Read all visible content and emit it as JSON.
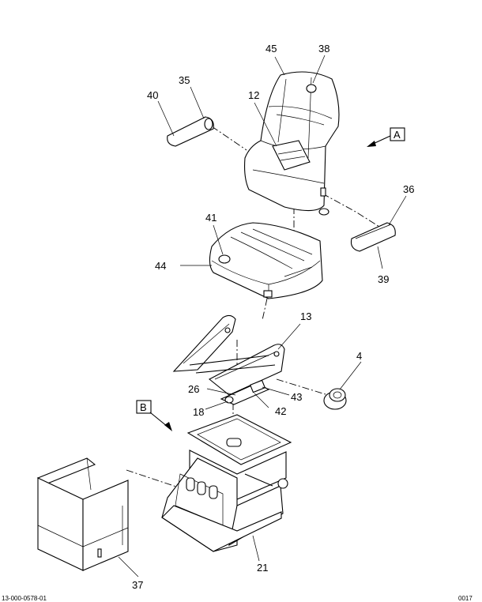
{
  "callouts": {
    "c45": "45",
    "c38": "38",
    "c35": "35",
    "c40": "40",
    "c12": "12",
    "c36": "36",
    "c39": "39",
    "c41": "41",
    "c44": "44",
    "c13": "13",
    "c4": "4",
    "c26": "26",
    "c43": "43",
    "c18": "18",
    "c42": "42",
    "c37": "37",
    "c21": "21"
  },
  "view_labels": {
    "a": "A",
    "b": "B"
  },
  "footer": {
    "left": "13-000-0578-01",
    "right": "0017"
  }
}
